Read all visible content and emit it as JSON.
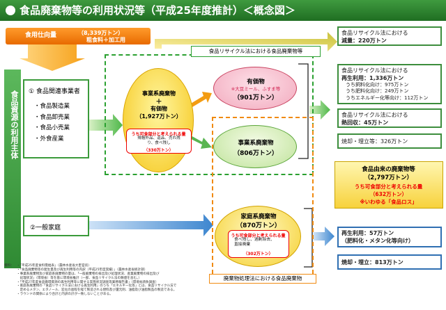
{
  "title": "食品廃棄物等の利用状況等（平成25年度推計）＜概念図＞",
  "top": {
    "label": "食用仕向量",
    "amount": "（8,339万トン）",
    "sub": "粗食料＋加工用"
  },
  "left_col": {
    "vertical": "食品資源の利用主体",
    "business_title": "① 食品関連事業者",
    "industries": [
      "・食品製造業",
      "・食品卸売業",
      "・食品小売業",
      "・外食産業"
    ],
    "household": "②一般家庭"
  },
  "center": {
    "recycle_law_label": "食品リサイクル法における食品廃棄物等",
    "waste_law_label": "廃棄物処理法における食品廃棄物",
    "yellow_oval": {
      "line1": "事業系廃棄物",
      "plus": "＋",
      "line2": "有価物",
      "amount": "（1,927万トン）",
      "red_title": "うち可食部分と考えられる量",
      "red_items": "規格外品、返品、売れ残り、食べ残し",
      "red_amount": "（330万トン）"
    },
    "pink_oval": {
      "title": "有価物",
      "sub": "※大豆ミール、ふすま等",
      "amount": "（901万トン）"
    },
    "green_oval": {
      "title": "事業系廃棄物",
      "amount": "（806万トン）"
    },
    "household_oval": {
      "title": "家庭系廃棄物",
      "amount": "（870万トン）",
      "red_title": "うち可食部分と考えられる量",
      "red_items1": "食べ残し、過剰除去、",
      "red_items2": "直接廃棄",
      "red_amount": "（302万トン）"
    }
  },
  "right": {
    "box1_line1": "食品リサイクル法における",
    "box1_line2": "減量：220万トン",
    "box2_line1": "食品リサイクル法における",
    "box2_line2": "再生利用：1,336万トン",
    "box2_items": [
      "うち飼料化向け：975万トン",
      "うち肥料化向け：249万トン",
      "うちエネルギー化等向け：112万トン"
    ],
    "box3_line1": "食品リサイクル法における",
    "box3_line2": "熱回収：45万トン",
    "box4": "焼却・埋立等：326万トン",
    "yellow_title": "食品由来の廃棄物等",
    "yellow_amount": "（2,797万トン）",
    "yellow_red1": "うち可食部分と考えられる量",
    "yellow_red2": "（632万トン）",
    "yellow_red3": "※いわゆる「食品ロス」",
    "box5_line1": "再生利用：57万トン",
    "box5_line2": "（肥料化・メタン化等向け）",
    "box6": "焼却・埋立：813万トン"
  },
  "sources_label": "資料：",
  "sources": [
    "・「平成25年度食料需給表」（農林水産省大臣官房）",
    "・「食品廃棄物等の発生量及び再生利用等の内訳（平成25年度実績）」（農林水産省統計部）",
    "・事業系廃棄物及び家庭系廃棄物の量は、「一般廃棄物の排出及び処理状況、産業廃棄物の排出及び",
    "　処理状況」（環境省）等を基に環境省推計（一部、食品リサイクル法の数値を含む。）",
    "・「平成27年度食品循環資源の再生利用等に関する実態状況調査等業務報告書」（環境省請負調査）",
    "・家庭系廃棄物の「食品リサイクル法における再生利用」のうち「エネルギー化等」とは、食品リサイクル法で",
    "　定めるメタン、エタノール、炭化の過程を経て製造される燃料及び還元剤、油脂及び油脂製品の製造である。",
    "・ラウンドの関係により合計と内訳の計が一致しないことがある。"
  ]
}
